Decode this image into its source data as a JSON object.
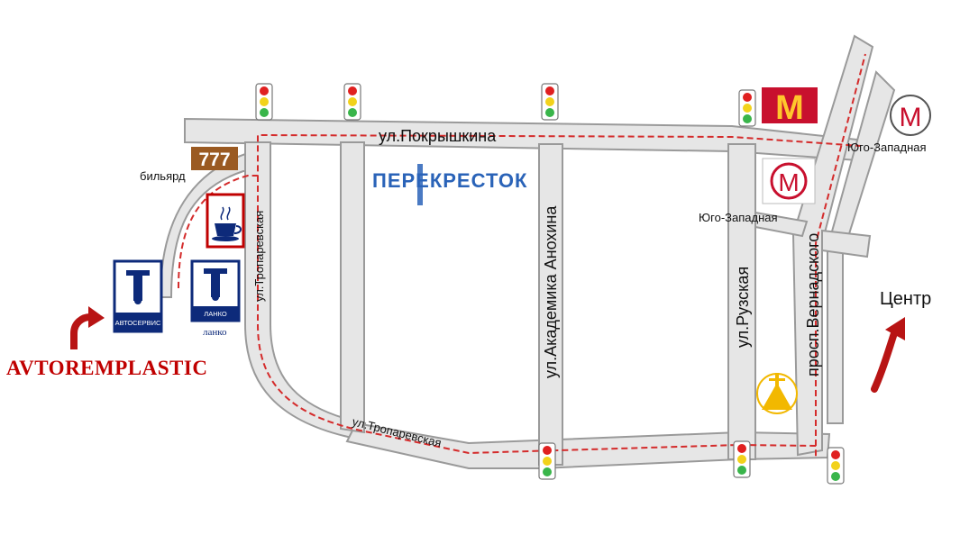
{
  "map": {
    "streets": {
      "pokryshkina": "ул.Покрышкина",
      "troparevskaya_vertical": "ул.Тропаревская",
      "troparevskaya_bottom": "ул.Тропаревская",
      "akademika_anokhina": "ул.Академика Анохина",
      "ruzskaya": "ул.Рузская",
      "vernadskogo": "просп.Вернадского"
    },
    "places": {
      "billiard": "бильярд",
      "billiard_badge": "777",
      "perekrestok": "ПЕРЕКРЕСТОК",
      "metro_1_letter": "М",
      "metro_1_name": "Юго-Западная",
      "metro_2_letter": "М",
      "metro_2_name": "Юго-Западная",
      "mcdonalds_letter": "M",
      "autoservice_1": "АВТОСЕРВИС",
      "autoservice_2": "ЛАНКО",
      "autoservice_2_caption": "ланко",
      "center": "Центр"
    },
    "company": "AVTOREMPLASTIC",
    "colors": {
      "route": "#d42b2b",
      "road": "#e6e6e6",
      "road_edge": "#9a9a9a",
      "company": "#c00000",
      "service_blue": "#0d2a7a",
      "perekrestok_blue": "#2a63b8",
      "badge_777": "#9a5a22",
      "mcdonalds_red": "#c8102e",
      "mcdonalds_yellow": "#ffc72c",
      "arrow": "#b81414"
    },
    "icons": [
      "traffic-light-icon",
      "metro-icon",
      "mcdonalds-logo",
      "coffee-cup-icon",
      "wrench-icon",
      "church-icon",
      "arrow-icon"
    ]
  }
}
